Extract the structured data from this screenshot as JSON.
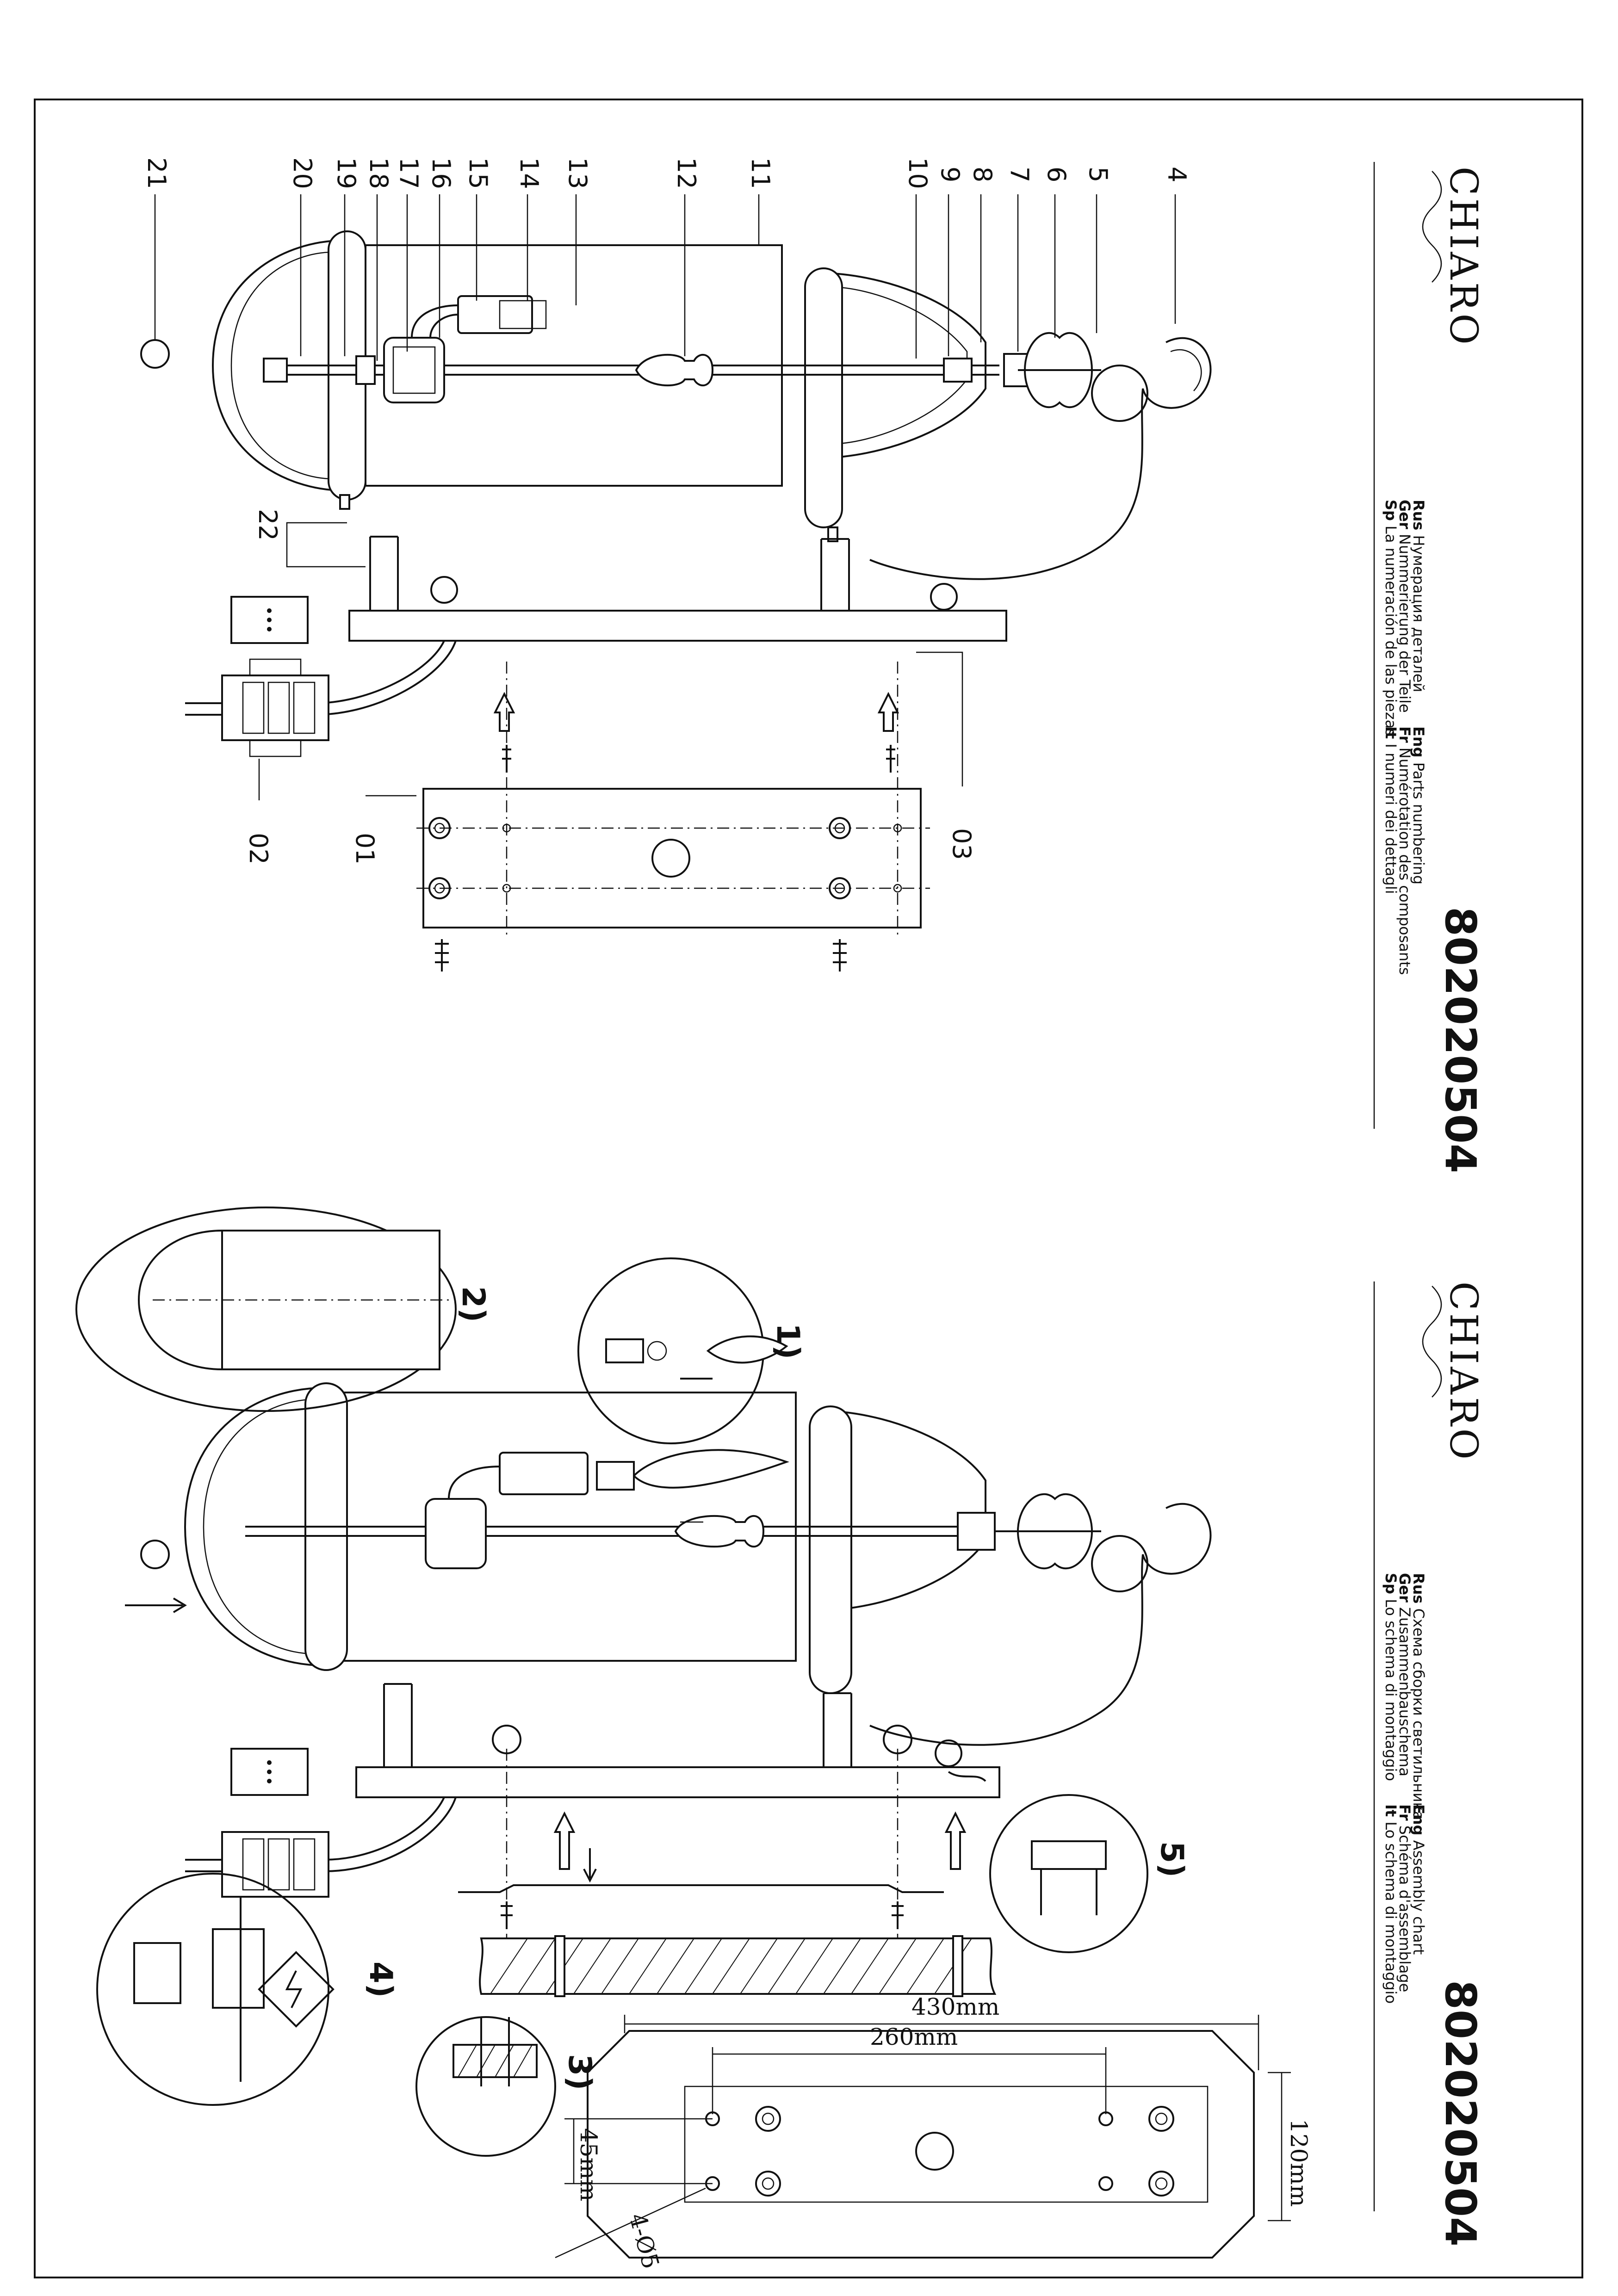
{
  "brand": "CHIARO",
  "model_number": "802020504",
  "sheet1": {
    "legend": [
      {
        "code": "Rus",
        "text": "Нумерация деталей"
      },
      {
        "code": "Ger",
        "text": "Nummerierung der Teile"
      },
      {
        "code": "Sp",
        "text": "La numeración de las piezas"
      },
      {
        "code": "Eng",
        "text": "Parts numbering"
      },
      {
        "code": "Fr",
        "text": "Numérotation des composants"
      },
      {
        "code": "It",
        "text": "I numeri dei dettagli"
      }
    ],
    "part_numbers": [
      "4",
      "5",
      "6",
      "7",
      "8",
      "9",
      "10",
      "11",
      "12",
      "13",
      "14",
      "15",
      "16",
      "17",
      "18",
      "19",
      "20",
      "21",
      "22",
      "01",
      "02",
      "03"
    ]
  },
  "sheet2": {
    "legend": [
      {
        "code": "Rus",
        "text": "Схема сборки светильника"
      },
      {
        "code": "Ger",
        "text": "Zusammenbauschema"
      },
      {
        "code": "Sp",
        "text": "Lo schema di montaggio"
      },
      {
        "code": "Eng",
        "text": "Assembly chart"
      },
      {
        "code": "Fr",
        "text": "Schéma d'assemblage"
      },
      {
        "code": "It",
        "text": "Lo schema di montaggio"
      }
    ],
    "steps": [
      "1)",
      "2)",
      "3)",
      "4)",
      "5)"
    ],
    "dimensions": {
      "overall_length": "430mm",
      "hole_spacing": "260mm",
      "plate_width": "120mm",
      "hole_offset": "45mm",
      "hole_diameter": "4-Ø5"
    }
  }
}
